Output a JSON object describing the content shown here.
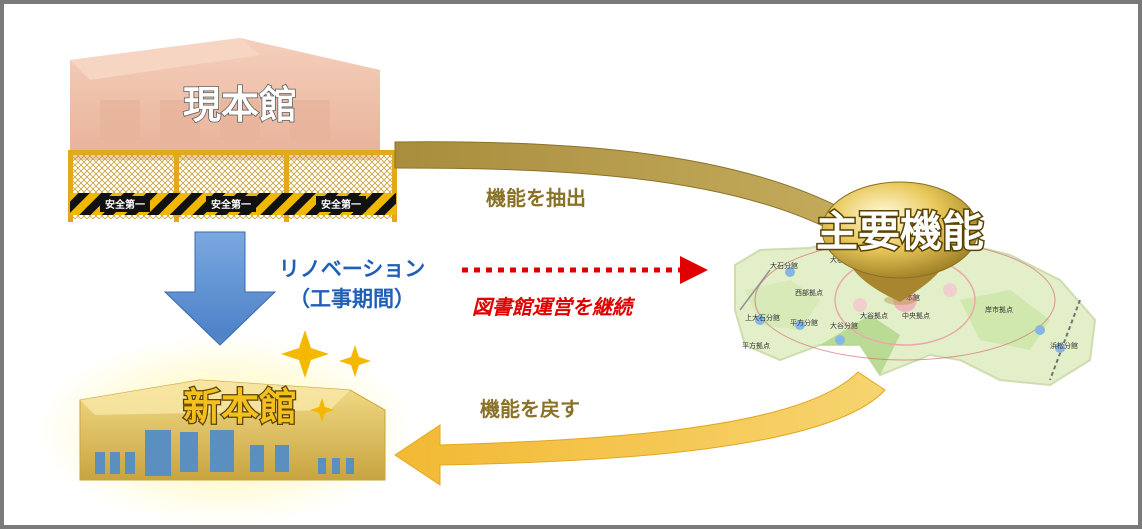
{
  "labels": {
    "current_building": "現本館",
    "new_building": "新本館",
    "main_function": "主要機能",
    "extract_function": "機能を抽出",
    "return_function": "機能を戻す",
    "renovation": "リノベーション",
    "construction_period": "（工事期間）",
    "continue_operation": "図書館運営を継続",
    "fence_sign": "安全第一"
  },
  "map_labels": {
    "north_area": "大石分館",
    "hub_north": "大石拠点",
    "west_hub": "西部拠点",
    "west_area": "上大石分館",
    "branch_west": "平方分館",
    "hub_south_west": "平方拠点",
    "center": "本館",
    "center_hub": "中央拠点",
    "east_hub": "岸市拠点",
    "east_area": "浜松分館",
    "south_branch": "大谷分館",
    "south_hub": "大谷拠点"
  },
  "colors": {
    "frame": "#7a7a7a",
    "arrow_gold": "#b39a4a",
    "arrow_yellow": "#f5c542",
    "arrow_blue": "#5b8fd1",
    "dotted_red": "#e00000",
    "text_gold": "#8a7228",
    "text_blue": "#1f5fb8",
    "text_red": "#e00000"
  },
  "icons": [
    "building-icon",
    "fence-icon",
    "sparkle-icon",
    "pin-icon",
    "map-icon"
  ]
}
